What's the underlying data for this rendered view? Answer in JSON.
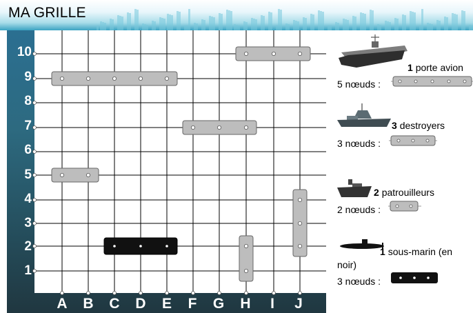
{
  "title": "MA GRILLE",
  "columns": [
    "A",
    "B",
    "C",
    "D",
    "E",
    "F",
    "G",
    "H",
    "I",
    "J"
  ],
  "rows": [
    "10",
    "9",
    "8",
    "7",
    "6",
    "5",
    "4",
    "3",
    "2",
    "1"
  ],
  "ships": [
    {
      "name": "porte-avion",
      "color": "gray",
      "cells": [
        [
          "A",
          9
        ],
        [
          "B",
          9
        ],
        [
          "C",
          9
        ],
        [
          "D",
          9
        ],
        [
          "E",
          9
        ]
      ]
    },
    {
      "name": "destroyer-1",
      "color": "gray",
      "cells": [
        [
          "H",
          10
        ],
        [
          "I",
          10
        ],
        [
          "J",
          10
        ]
      ]
    },
    {
      "name": "destroyer-2",
      "color": "gray",
      "cells": [
        [
          "F",
          7
        ],
        [
          "G",
          7
        ],
        [
          "H",
          7
        ]
      ]
    },
    {
      "name": "destroyer-3",
      "color": "gray",
      "cells": [
        [
          "J",
          4
        ],
        [
          "J",
          3
        ],
        [
          "J",
          2
        ]
      ]
    },
    {
      "name": "patrouilleur-1",
      "color": "gray",
      "cells": [
        [
          "A",
          5
        ],
        [
          "B",
          5
        ]
      ]
    },
    {
      "name": "patrouilleur-2",
      "color": "gray",
      "cells": [
        [
          "H",
          2
        ],
        [
          "H",
          1
        ]
      ]
    },
    {
      "name": "sous-marin",
      "color": "black",
      "cells": [
        [
          "C",
          2
        ],
        [
          "D",
          2
        ],
        [
          "E",
          2
        ]
      ]
    }
  ],
  "legend": [
    {
      "count": "1",
      "label": "porte avion",
      "nodes_text": "5 nœuds :",
      "nodes": 5,
      "icon": "aircraft-carrier-icon",
      "color": "gray"
    },
    {
      "count": "3",
      "label": "destroyers",
      "nodes_text": "3 nœuds :",
      "nodes": 3,
      "icon": "destroyer-icon",
      "color": "gray"
    },
    {
      "count": "2",
      "label": "patrouilleurs",
      "nodes_text": "2 nœuds :",
      "nodes": 2,
      "icon": "patrol-boat-icon",
      "color": "gray"
    },
    {
      "count": "1",
      "label_line1": "sous-marin (en",
      "label_line2": "noir)",
      "nodes_text": "3 nœuds :",
      "nodes": 3,
      "icon": "submarine-icon",
      "color": "black"
    }
  ],
  "colors": {
    "ship_gray": "#bdbdbd",
    "ship_black": "#111111",
    "grid": "#000000",
    "ocean": "#2b6f91"
  }
}
